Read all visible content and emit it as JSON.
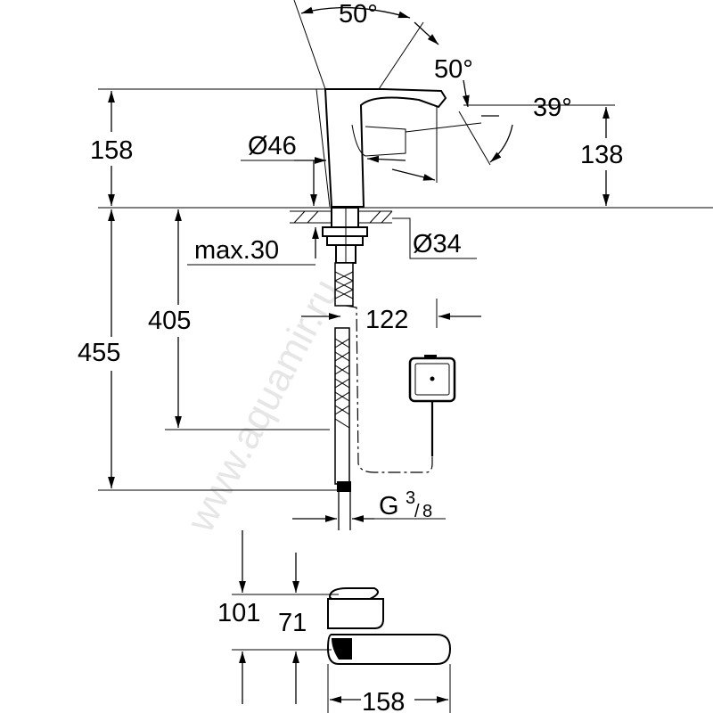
{
  "watermark": "www.aquamir.ru",
  "labels": {
    "angle_top": "50°",
    "angle_right": "50°",
    "angle_spout": "39°",
    "height_total_left": "158",
    "height_spout_right": "138",
    "body_diameter": "Ø46",
    "hole_diameter": "Ø34",
    "max_thickness": "max.30",
    "hose_length": "405",
    "box_offset": "122",
    "total_below": "455",
    "thread": "G",
    "thread_num": "3",
    "thread_den": "8",
    "top_view_depth": "101",
    "top_view_inner": "71",
    "top_view_length": "158"
  }
}
